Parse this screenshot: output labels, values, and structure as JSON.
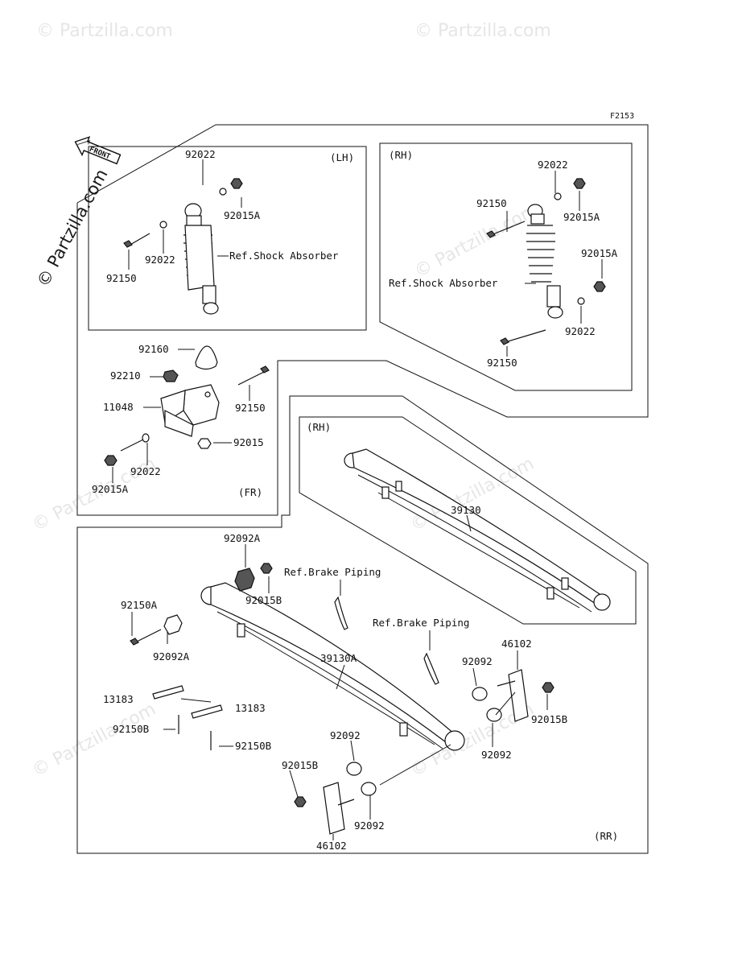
{
  "figure_code": "F2153",
  "front_label": "FRONT",
  "watermark_text": "© Partzilla.com",
  "panels": {
    "lh_tag": "(LH)",
    "rh_shock_tag": "(RH)",
    "fr_tag": "(FR)",
    "rh_spring_tag": "(RH)",
    "rr_tag": "(RR)"
  },
  "labels": {
    "lh_92022_top": "92022",
    "lh_92015A": "92015A",
    "lh_92022_mid": "92022",
    "lh_92150": "92150",
    "lh_ref_shock": "Ref.Shock Absorber",
    "rh_92022_top": "92022",
    "rh_92150_top": "92150",
    "rh_92015A_top": "92015A",
    "rh_92015A_mid": "92015A",
    "rh_ref_shock": "Ref.Shock Absorber",
    "rh_92022_bot": "92022",
    "rh_92150_bot": "92150",
    "fr_92160": "92160",
    "fr_92210": "92210",
    "fr_11048": "11048",
    "fr_92150": "92150",
    "fr_92015": "92015",
    "fr_92022": "92022",
    "fr_92015A": "92015A",
    "rhs_39130": "39130",
    "rr_92092A_top": "92092A",
    "rr_92015B_top": "92015B",
    "rr_ref_brake_1": "Ref.Brake Piping",
    "rr_92150A": "92150A",
    "rr_92092A_mid": "92092A",
    "rr_ref_brake_2": "Ref.Brake Piping",
    "rr_46102_top": "46102",
    "rr_39130A": "39130A",
    "rr_92092_r1": "92092",
    "rr_13183_a": "13183",
    "rr_13183_b": "13183",
    "rr_92015B_right": "92015B",
    "rr_92150B_a": "92150B",
    "rr_92150B_b": "92150B",
    "rr_92092_r2": "92092",
    "rr_92092_c": "92092",
    "rr_92015B_left": "92015B",
    "rr_92092_bot": "92092",
    "rr_46102_bot": "46102"
  }
}
